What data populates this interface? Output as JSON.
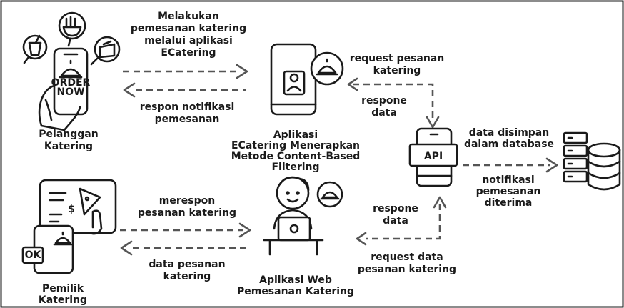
{
  "labels": {
    "order_action": [
      "Melakukan",
      "pemesanan katering",
      "melalui aplikasi",
      "ECatering"
    ],
    "notif_response": [
      "respon notifikasi",
      "pemesanan"
    ],
    "customer": [
      "Pelanggan",
      "Katering"
    ],
    "app": [
      "Aplikasi",
      "ECatering Menerapkan",
      "Metode Content-Based",
      "Filtering"
    ],
    "request_order": [
      "request pesanan",
      "katering"
    ],
    "response_data_top": [
      "respone",
      "data"
    ],
    "stored_db": [
      "data disimpan",
      "dalam database"
    ],
    "notif_received": [
      "notifikasi",
      "pemesanan",
      "diterima"
    ],
    "respond_order": [
      "merespon",
      "pesanan katering"
    ],
    "order_data": [
      "data pesanan",
      "katering"
    ],
    "owner": [
      "Pemilik",
      "Katering"
    ],
    "web_app": [
      "Aplikasi Web",
      "Pemesanan Katering"
    ],
    "response_data_bottom": [
      "respone",
      "data"
    ],
    "request_data": [
      "request data",
      "pesanan katering"
    ]
  },
  "icons": {
    "api_text": "API",
    "order_now": [
      "ORDER",
      "NOW"
    ],
    "ok_text": "OK",
    "currency": "$"
  },
  "colors": {
    "ink": "#1a1a1a",
    "arrow": "#555555"
  }
}
